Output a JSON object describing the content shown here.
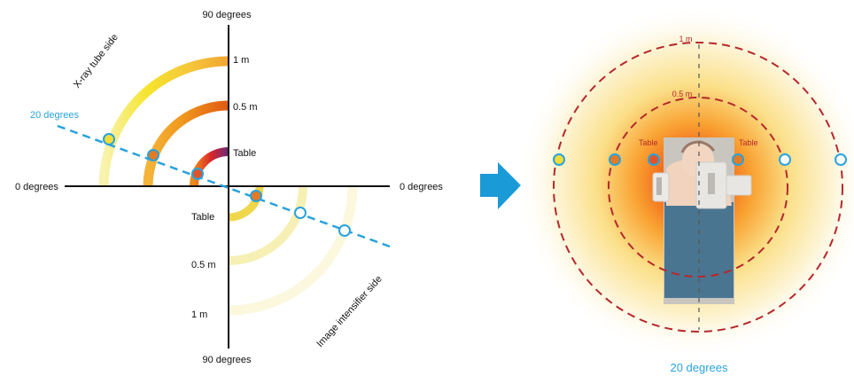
{
  "left_diagram": {
    "top_angle": "90 degrees",
    "bottom_angle": "90 degrees",
    "left_angle": "0 degrees",
    "right_angle": "0 degrees",
    "tube_side": "X-ray tube side",
    "intensifier_side": "Image intensifier side",
    "angle_line": "20 degrees",
    "upper_labels": [
      "1 m",
      "0.5 m",
      "Table"
    ],
    "lower_labels": [
      "Table",
      "0.5 m",
      "1 m"
    ]
  },
  "right_diagram": {
    "ring_1m": "1 m",
    "ring_05m": "0.5 m",
    "table_left": "Table",
    "table_right": "Table",
    "caption": "20 degrees"
  },
  "colors": {
    "accent_blue": "#2aa2dc",
    "arrow_blue": "#1a9ad6",
    "dashed_red": "#b5282d",
    "marker_yellow": "#f2dc3a",
    "marker_orange": "#e47a23"
  }
}
